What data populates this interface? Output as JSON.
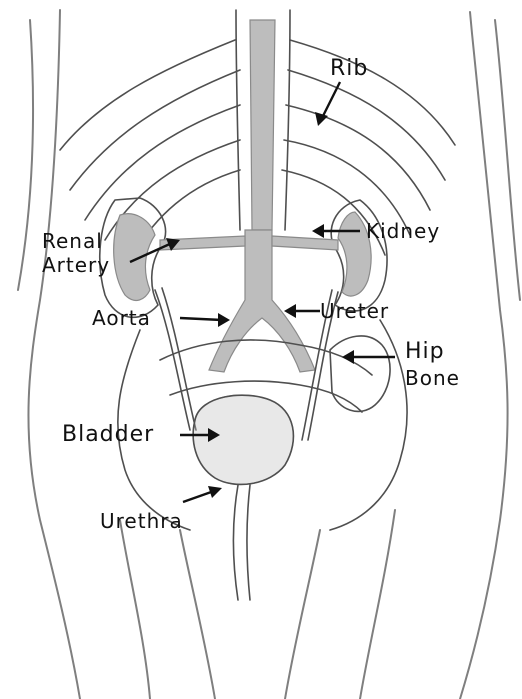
{
  "labels": {
    "rib": "Rib",
    "kidney": "Kidney",
    "renal_artery": [
      "Renal",
      "Artery"
    ],
    "aorta": "Aorta",
    "ureter": "Ureter",
    "hip_bone": [
      "Hip",
      "Bone"
    ],
    "bladder": "Bladder",
    "urethra": "Urethra"
  },
  "colors": {
    "ink": "#111111",
    "line": "#7f7f7f",
    "organ_fill": "#bdbdbd"
  }
}
